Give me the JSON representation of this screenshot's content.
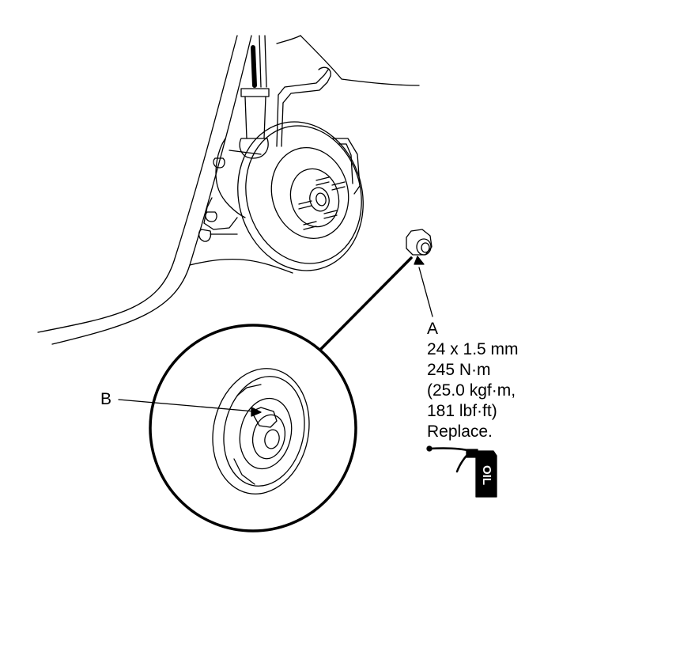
{
  "labels": {
    "part_a": "A",
    "part_b": "B"
  },
  "spec": {
    "size": "24 x 1.5 mm",
    "torque_nm": "245 N·m",
    "torque_kgf": "(25.0 kgf·m,",
    "torque_lbf": "181 lbf·ft)",
    "note": "Replace."
  },
  "oil_can": {
    "text": "OIL"
  },
  "colors": {
    "line": "#000000",
    "background": "#ffffff"
  }
}
